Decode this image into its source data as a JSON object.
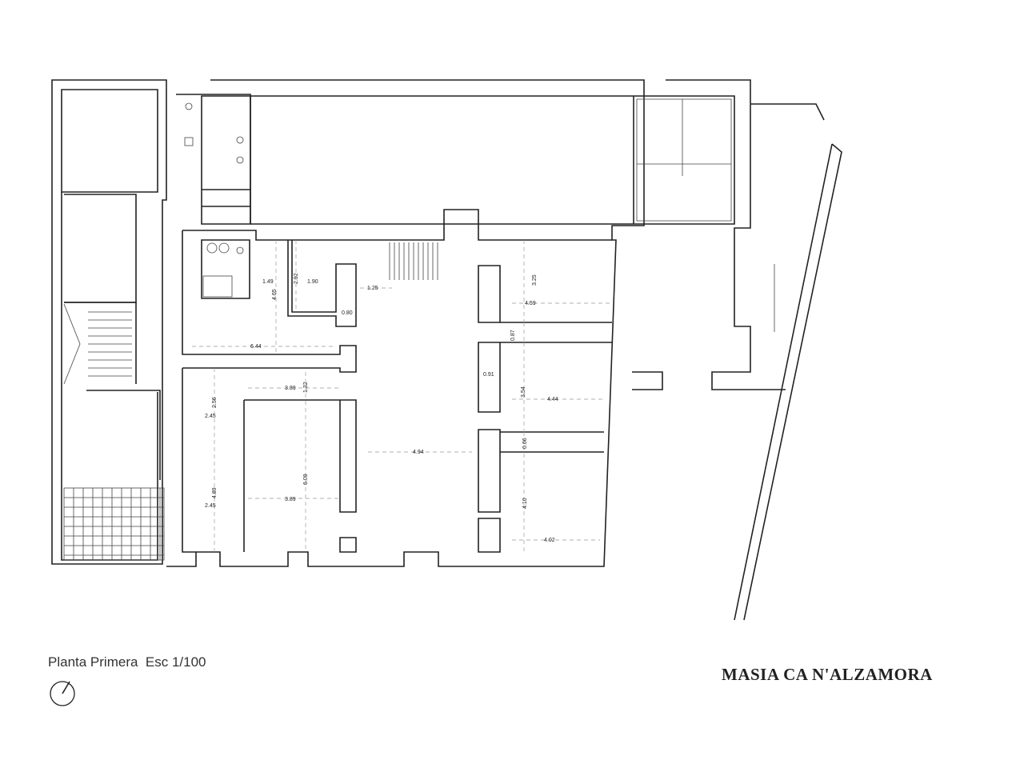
{
  "plan_title": "Planta Primera  Esc 1/100",
  "project_name": "MASIA CA N'ALZAMORA",
  "dimensions": {
    "d1": "1.49",
    "d2": "2.92",
    "d3": "1.90",
    "d4": "1.25",
    "d5": "0.80",
    "d6": "4.65",
    "d7": "6.44",
    "d8": "3.25",
    "d9": "4.59",
    "d10": "0.87",
    "d11": "0.91",
    "d12": "3.54",
    "d13": "4.44",
    "d14": "2.56",
    "d15": "3.89",
    "d16": "1.32",
    "d17": "2.45",
    "d18": "4.94",
    "d19": "0.66",
    "d20": "4.89",
    "d21": "6.09",
    "d22": "3.89",
    "d23": "2.45",
    "d24": "4.10",
    "d25": "4.02"
  }
}
